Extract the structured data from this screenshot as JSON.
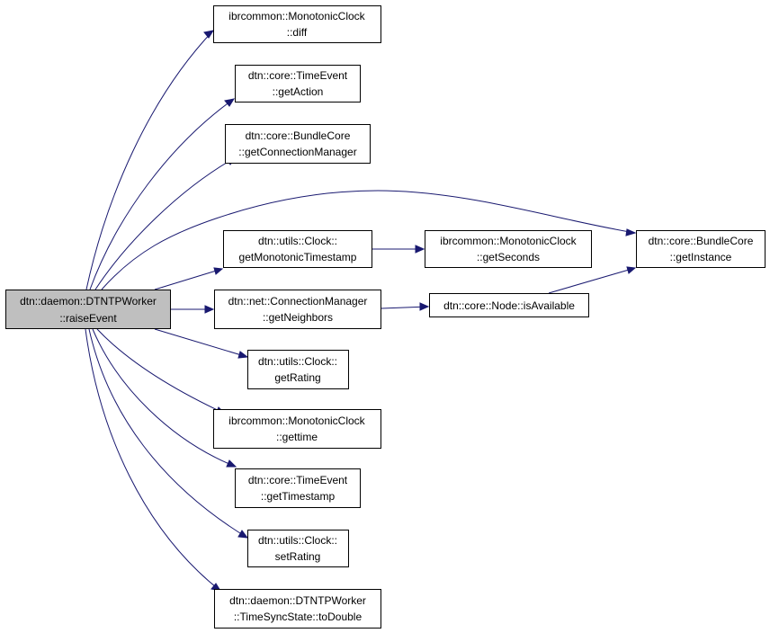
{
  "root": {
    "line1": "dtn::daemon::DTNTPWorker",
    "line2": "::raiseEvent"
  },
  "nodes": {
    "diff": {
      "line1": "ibrcommon::MonotonicClock",
      "line2": "::diff"
    },
    "getAction": {
      "line1": "dtn::core::TimeEvent",
      "line2": "::getAction"
    },
    "getConnectionManager": {
      "line1": "dtn::core::BundleCore",
      "line2": "::getConnectionManager"
    },
    "getMonotonicTimestamp": {
      "line1": "dtn::utils::Clock::",
      "line2": "getMonotonicTimestamp"
    },
    "getSeconds": {
      "line1": "ibrcommon::MonotonicClock",
      "line2": "::getSeconds"
    },
    "getInstance": {
      "line1": "dtn::core::BundleCore",
      "line2": "::getInstance"
    },
    "getNeighbors": {
      "line1": "dtn::net::ConnectionManager",
      "line2": "::getNeighbors"
    },
    "isAvailable": {
      "line1": "dtn::core::Node::isAvailable"
    },
    "getRating": {
      "line1": "dtn::utils::Clock::",
      "line2": "getRating"
    },
    "gettime": {
      "line1": "ibrcommon::MonotonicClock",
      "line2": "::gettime"
    },
    "getTimestamp": {
      "line1": "dtn::core::TimeEvent",
      "line2": "::getTimestamp"
    },
    "setRating": {
      "line1": "dtn::utils::Clock::",
      "line2": "setRating"
    },
    "toDouble": {
      "line1": "dtn::daemon::DTNTPWorker",
      "line2": "::TimeSyncState::toDouble"
    }
  },
  "colors": {
    "edge": "#191970",
    "root_fill": "#bfbfbf",
    "node_fill": "#ffffff",
    "border": "#000000"
  }
}
